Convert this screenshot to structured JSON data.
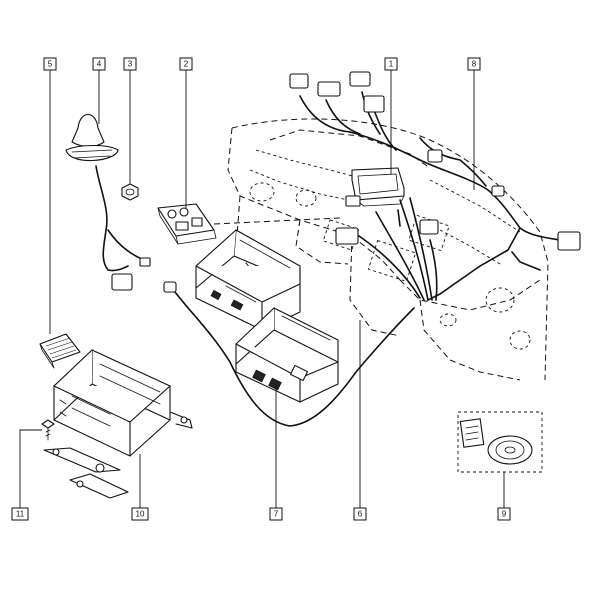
{
  "callouts": [
    {
      "id": "1",
      "label": "1"
    },
    {
      "id": "2",
      "label": "2"
    },
    {
      "id": "3",
      "label": "3"
    },
    {
      "id": "4",
      "label": "4"
    },
    {
      "id": "5",
      "label": "5"
    },
    {
      "id": "6",
      "label": "6"
    },
    {
      "id": "7",
      "label": "7"
    },
    {
      "id": "8",
      "label": "8"
    },
    {
      "id": "9",
      "label": "9"
    },
    {
      "id": "10",
      "label": "10"
    },
    {
      "id": "11",
      "label": "11"
    }
  ]
}
